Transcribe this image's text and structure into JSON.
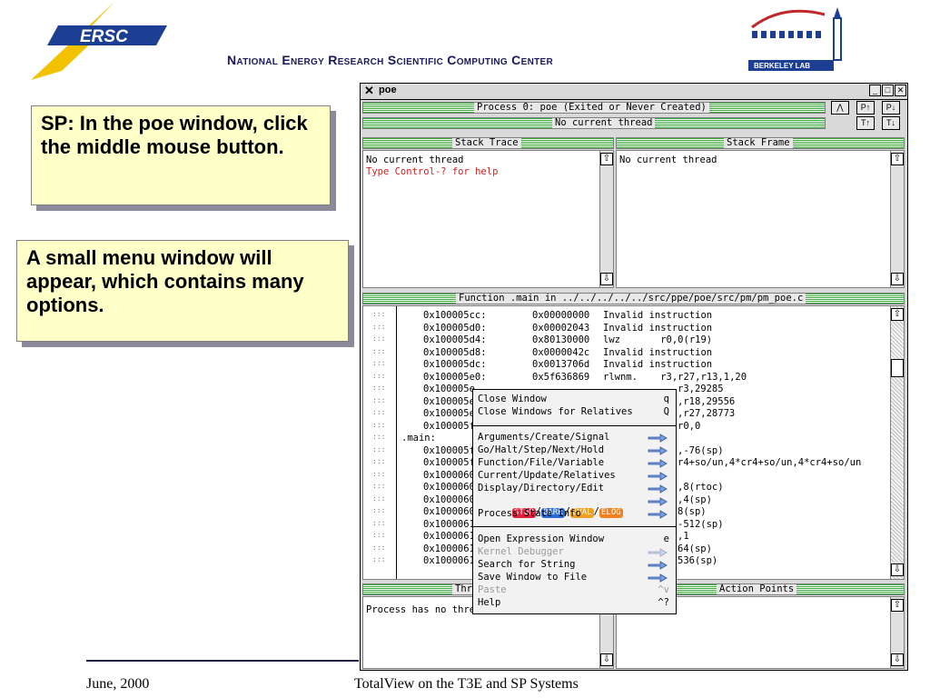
{
  "header": {
    "title": "National Energy Research Scientific Computing Center",
    "nersc_logo_text": "ERSC",
    "berkeley_logo_text": "BERKELEY LAB"
  },
  "callouts": [
    "SP: In the poe window, click the middle mouse button.",
    "A small menu window will appear, which contains many options."
  ],
  "footer": {
    "date": "June, 2000",
    "subject": "TotalView on the T3E and SP Systems"
  },
  "window": {
    "title": "poe",
    "process_status": "Process 0: poe (Exited or Never Created)",
    "thread_status": "No current thread",
    "stack_trace": {
      "title": "Stack Trace",
      "lines": [
        "No current thread",
        "Type Control-? for help"
      ]
    },
    "stack_frame": {
      "title": "Stack Frame",
      "lines": [
        "No current thread"
      ]
    },
    "function_bar": "Function .main in ../../../../../src/ppe/poe/src/pm/pm_poe.c",
    "code_lines": [
      {
        "addr": "0x100005cc:",
        "val": "0x00000000",
        "instr": "Invalid instruction"
      },
      {
        "addr": "0x100005d0:",
        "val": "0x00002043",
        "instr": "Invalid instruction"
      },
      {
        "addr": "0x100005d4:",
        "val": "0x80130000",
        "instr": "lwz       r0,0(r19)"
      },
      {
        "addr": "0x100005d8:",
        "val": "0x0000042c",
        "instr": "Invalid instruction"
      },
      {
        "addr": "0x100005dc:",
        "val": "0x0013706d",
        "instr": "Invalid instruction"
      },
      {
        "addr": "0x100005e0:",
        "val": "0x5f636869",
        "instr": "rlwnm.    r3,r27,r13,1,20"
      }
    ],
    "code_partial": [
      {
        "addr": "0x100005e",
        "tail": "r3,29285"
      },
      {
        "addr": "0x100005e",
        "tail": ",r18,29556"
      },
      {
        "addr": "0x100005e",
        "tail": ",r27,28773"
      },
      {
        "addr": "0x100005f",
        "tail": "r0,0"
      },
      {
        "addr": ".main:",
        "tail": ""
      },
      {
        "addr": "0x100005f",
        "tail": ",-76(sp)"
      },
      {
        "addr": "0x100005f",
        "tail": "r4+so/un,4*cr4+so/un,4*cr4+so/un"
      },
      {
        "addr": "0x1000060",
        "tail": ""
      },
      {
        "addr": "0x1000060",
        "tail": ",8(rtoc)"
      },
      {
        "addr": "0x1000060",
        "tail": ",4(sp)"
      },
      {
        "addr": "0x1000060",
        "tail": "8(sp)"
      },
      {
        "addr": "0x1000061",
        "tail": "-512(sp)"
      },
      {
        "addr": "0x1000061",
        "tail": ",1"
      },
      {
        "addr": "0x1000061",
        "tail": "64(sp)"
      },
      {
        "addr": "0x1000061",
        "tail": "536(sp)"
      }
    ],
    "threads": {
      "title": "Thr",
      "lines": [
        "Process has no thre"
      ]
    },
    "action_points": {
      "title": "Action Points"
    }
  },
  "menu": {
    "group1": [
      {
        "label": "Close Window",
        "shortcut": "q"
      },
      {
        "label": "Close Windows for Relatives",
        "shortcut": "Q"
      }
    ],
    "group2": [
      {
        "label": "Arguments/Create/Signal"
      },
      {
        "label": "Go/Halt/Step/Next/Hold"
      },
      {
        "label": "Function/File/Variable"
      },
      {
        "label": "Current/Update/Relatives"
      },
      {
        "label": "Display/Directory/Edit"
      }
    ],
    "tags": {
      "stop": "STOP",
      "barr": "BARR",
      "eval": "EVAL",
      "elog": "ELOG",
      "sep": "/",
      "colors": {
        "stop": "#e0203c",
        "barr": "#2c6ad8",
        "eval": "#f0a020",
        "elog": "#f08020"
      }
    },
    "process_state": "Process State Info",
    "group3": [
      {
        "label": "Open Expression Window",
        "shortcut": "e",
        "disabled": false
      },
      {
        "label": "Kernel Debugger",
        "shortcut": "",
        "disabled": true
      },
      {
        "label": "Search for String",
        "shortcut": "",
        "disabled": false
      },
      {
        "label": "Save Window to File",
        "shortcut": "",
        "disabled": false
      },
      {
        "label": "Paste",
        "shortcut": "^v",
        "disabled": true
      },
      {
        "label": "Help",
        "shortcut": "^?",
        "disabled": false
      }
    ]
  }
}
